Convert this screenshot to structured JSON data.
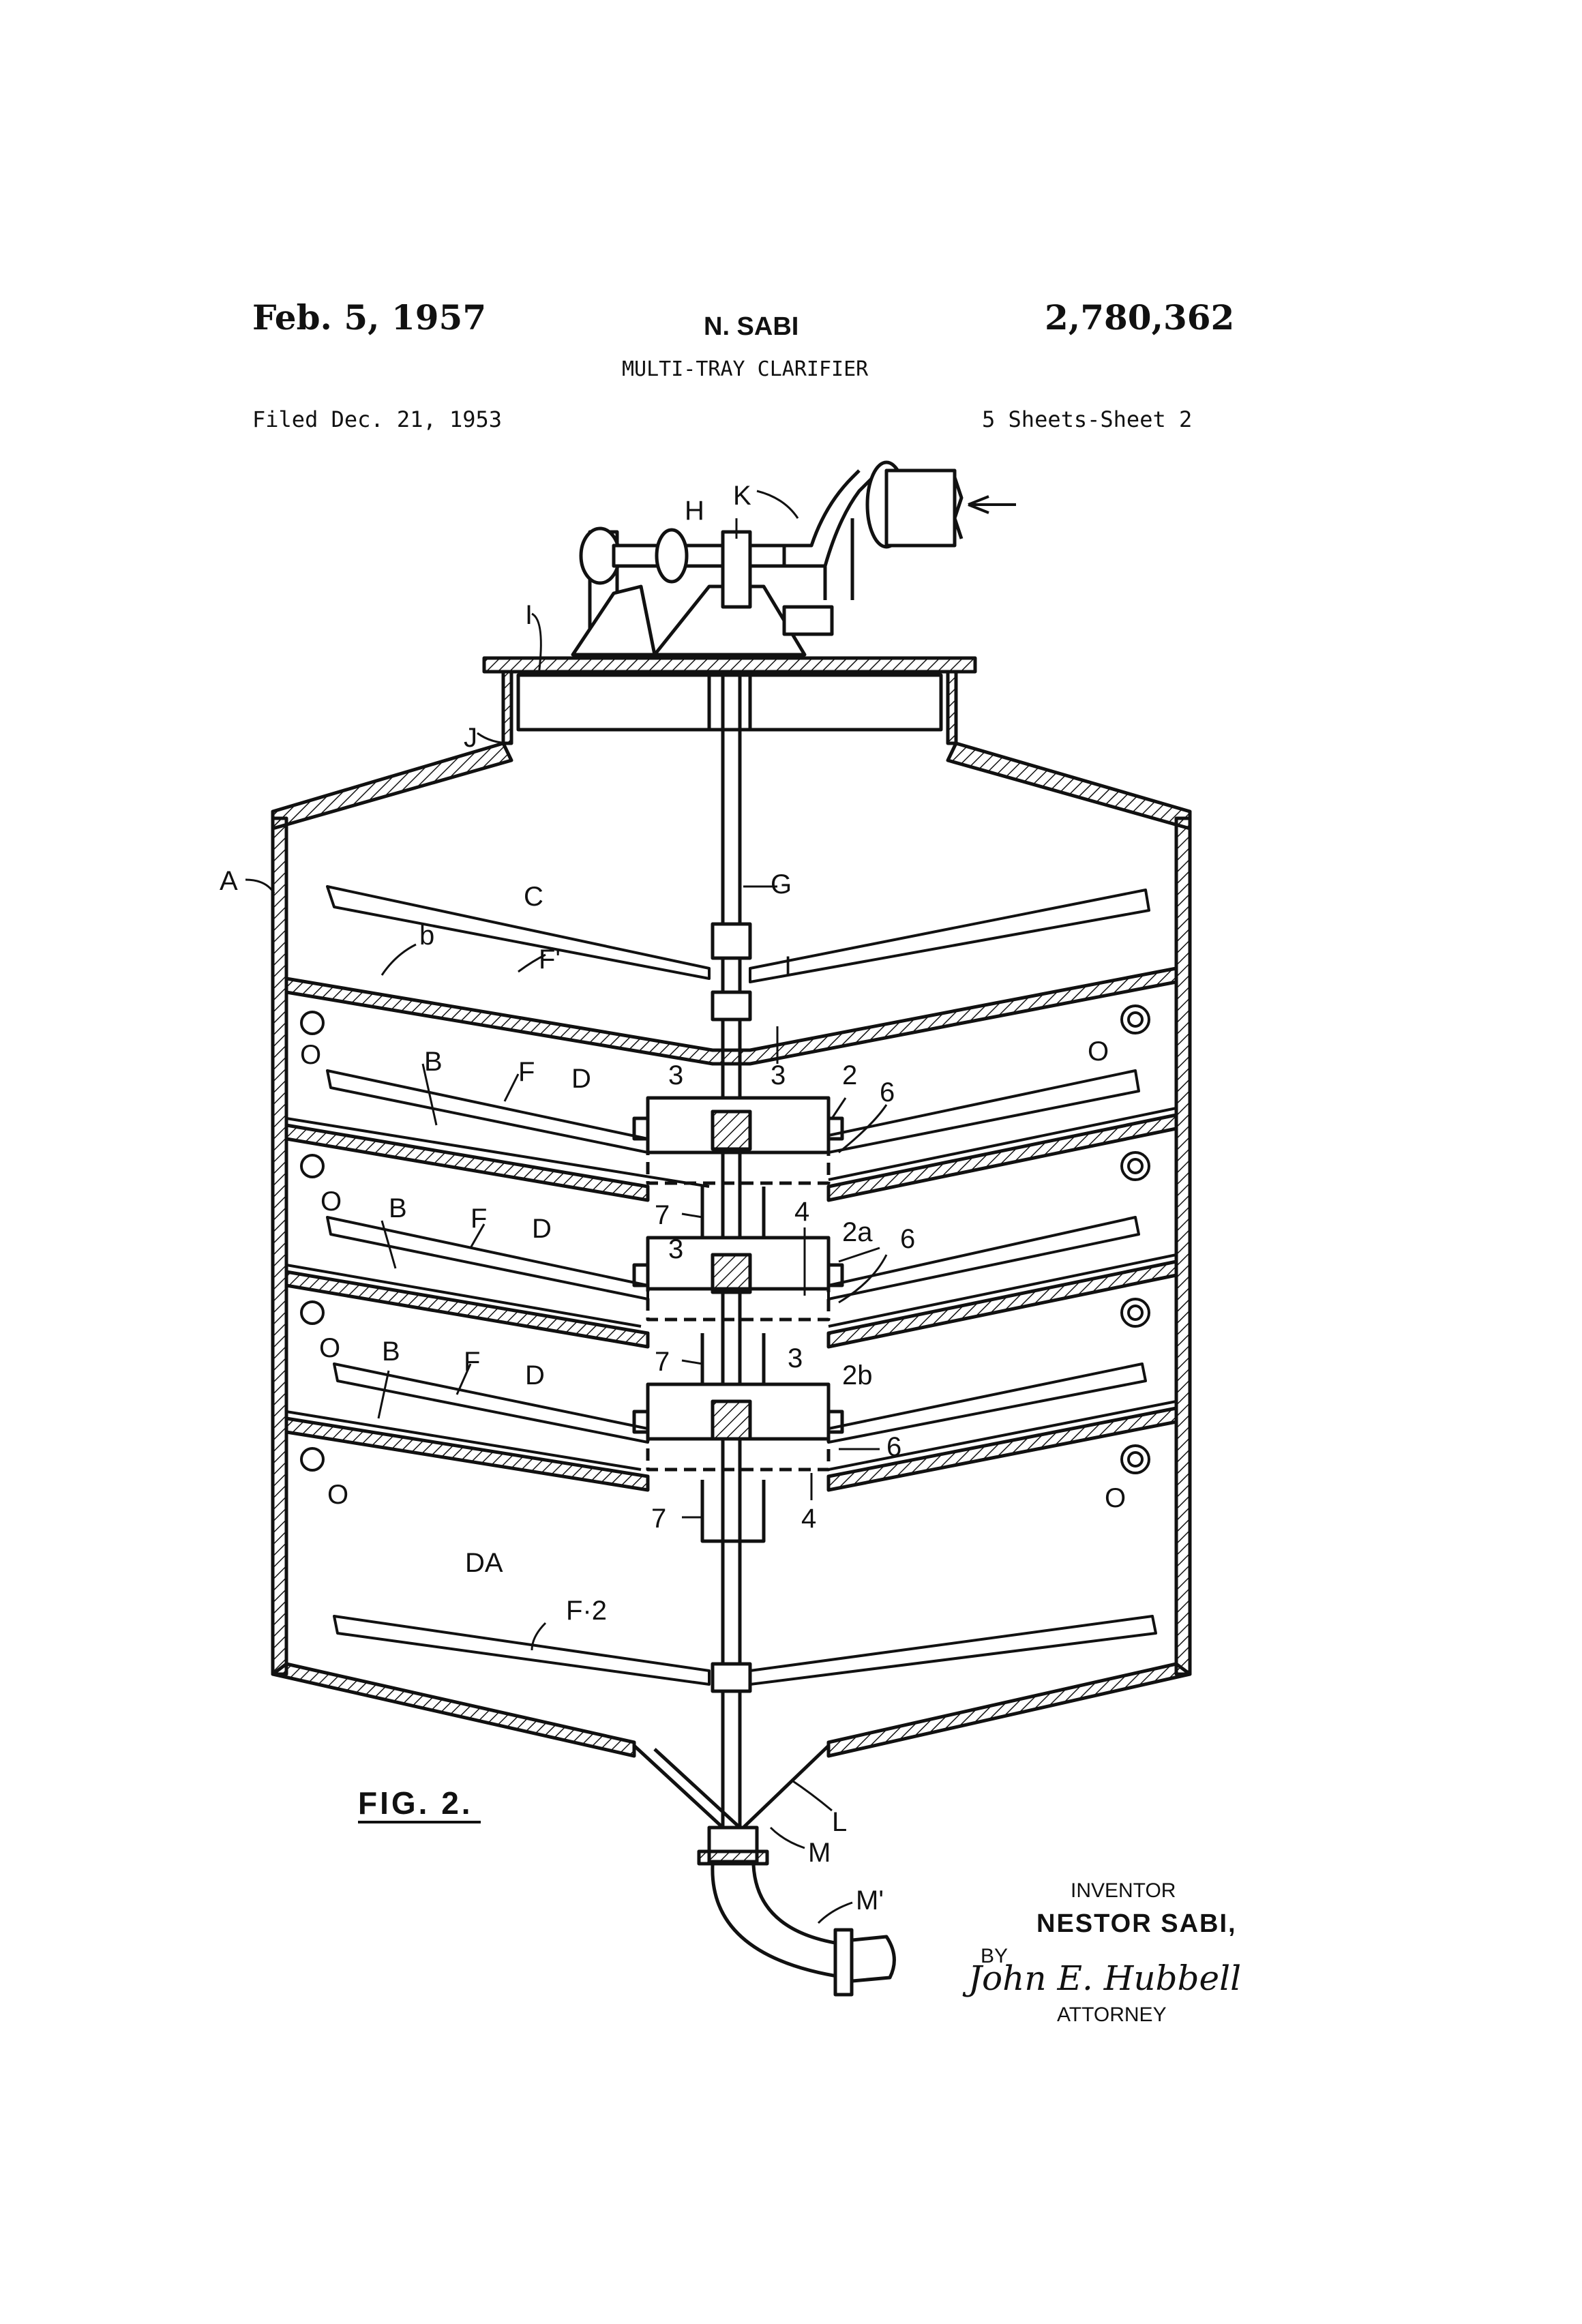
{
  "header": {
    "date": "Feb. 5, 1957",
    "inventor_short": "N. SABI",
    "patent_number": "2,780,362",
    "title": "MULTI-TRAY CLARIFIER",
    "filed": "Filed Dec. 21, 1953",
    "sheets": "5 Sheets-Sheet 2"
  },
  "figure": {
    "caption": "FIG. 2.",
    "labels": {
      "A": "A",
      "B": "B",
      "C": "C",
      "D": "D",
      "DA": "DA",
      "F": "F",
      "F1": "F'",
      "F2": "F·2",
      "G": "G",
      "H": "H",
      "I": "I",
      "J": "J",
      "K": "K",
      "L": "L",
      "M": "M",
      "M1": "M'",
      "O": "O",
      "b": "b",
      "n2": "2",
      "n2a": "2a",
      "n2b": "2b",
      "n3": "3",
      "n4": "4",
      "n6": "6",
      "n7": "7"
    }
  },
  "signature": {
    "inventor_heading": "INVENTOR",
    "inventor_name": "NESTOR SABI,",
    "by": "BY",
    "signature_text": "John E. Hubbell",
    "attorney": "ATTORNEY"
  }
}
